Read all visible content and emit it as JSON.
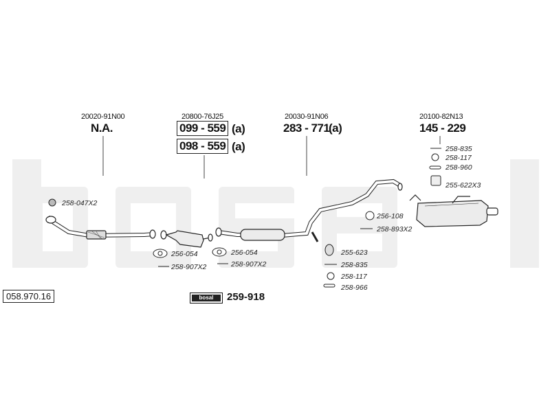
{
  "brand": {
    "watermark": "bosal",
    "badge": "bosal"
  },
  "reference": "058.970.16",
  "kit_number": "259-918",
  "sections": [
    {
      "oem": "20020-91N00",
      "numbers": [
        {
          "value": "N.A.",
          "suffix": ""
        }
      ]
    },
    {
      "oem": "20800-76J25",
      "numbers": [
        {
          "value": "099 - 559",
          "suffix": "(a)"
        },
        {
          "value": "098 - 559",
          "suffix": "(a)"
        }
      ]
    },
    {
      "oem": "20030-91N06",
      "numbers": [
        {
          "value": "283 - 771",
          "suffix": "(a)"
        }
      ]
    },
    {
      "oem": "20100-82N13",
      "numbers": [
        {
          "value": "145 - 229",
          "suffix": ""
        }
      ]
    }
  ],
  "accessories": {
    "front_pipe": [
      "258-047X2"
    ],
    "catalyst_front": [
      "256-054",
      "258-907X2"
    ],
    "catalyst_rear": [
      "256-054",
      "258-907X2"
    ],
    "mid_upper": [
      "256-108",
      "258-893X2"
    ],
    "mid_lower": [
      "255-623",
      "258-835",
      "258-117",
      "258-966"
    ],
    "rear": [
      "258-835",
      "258-117",
      "258-960",
      "255-622X3"
    ]
  }
}
